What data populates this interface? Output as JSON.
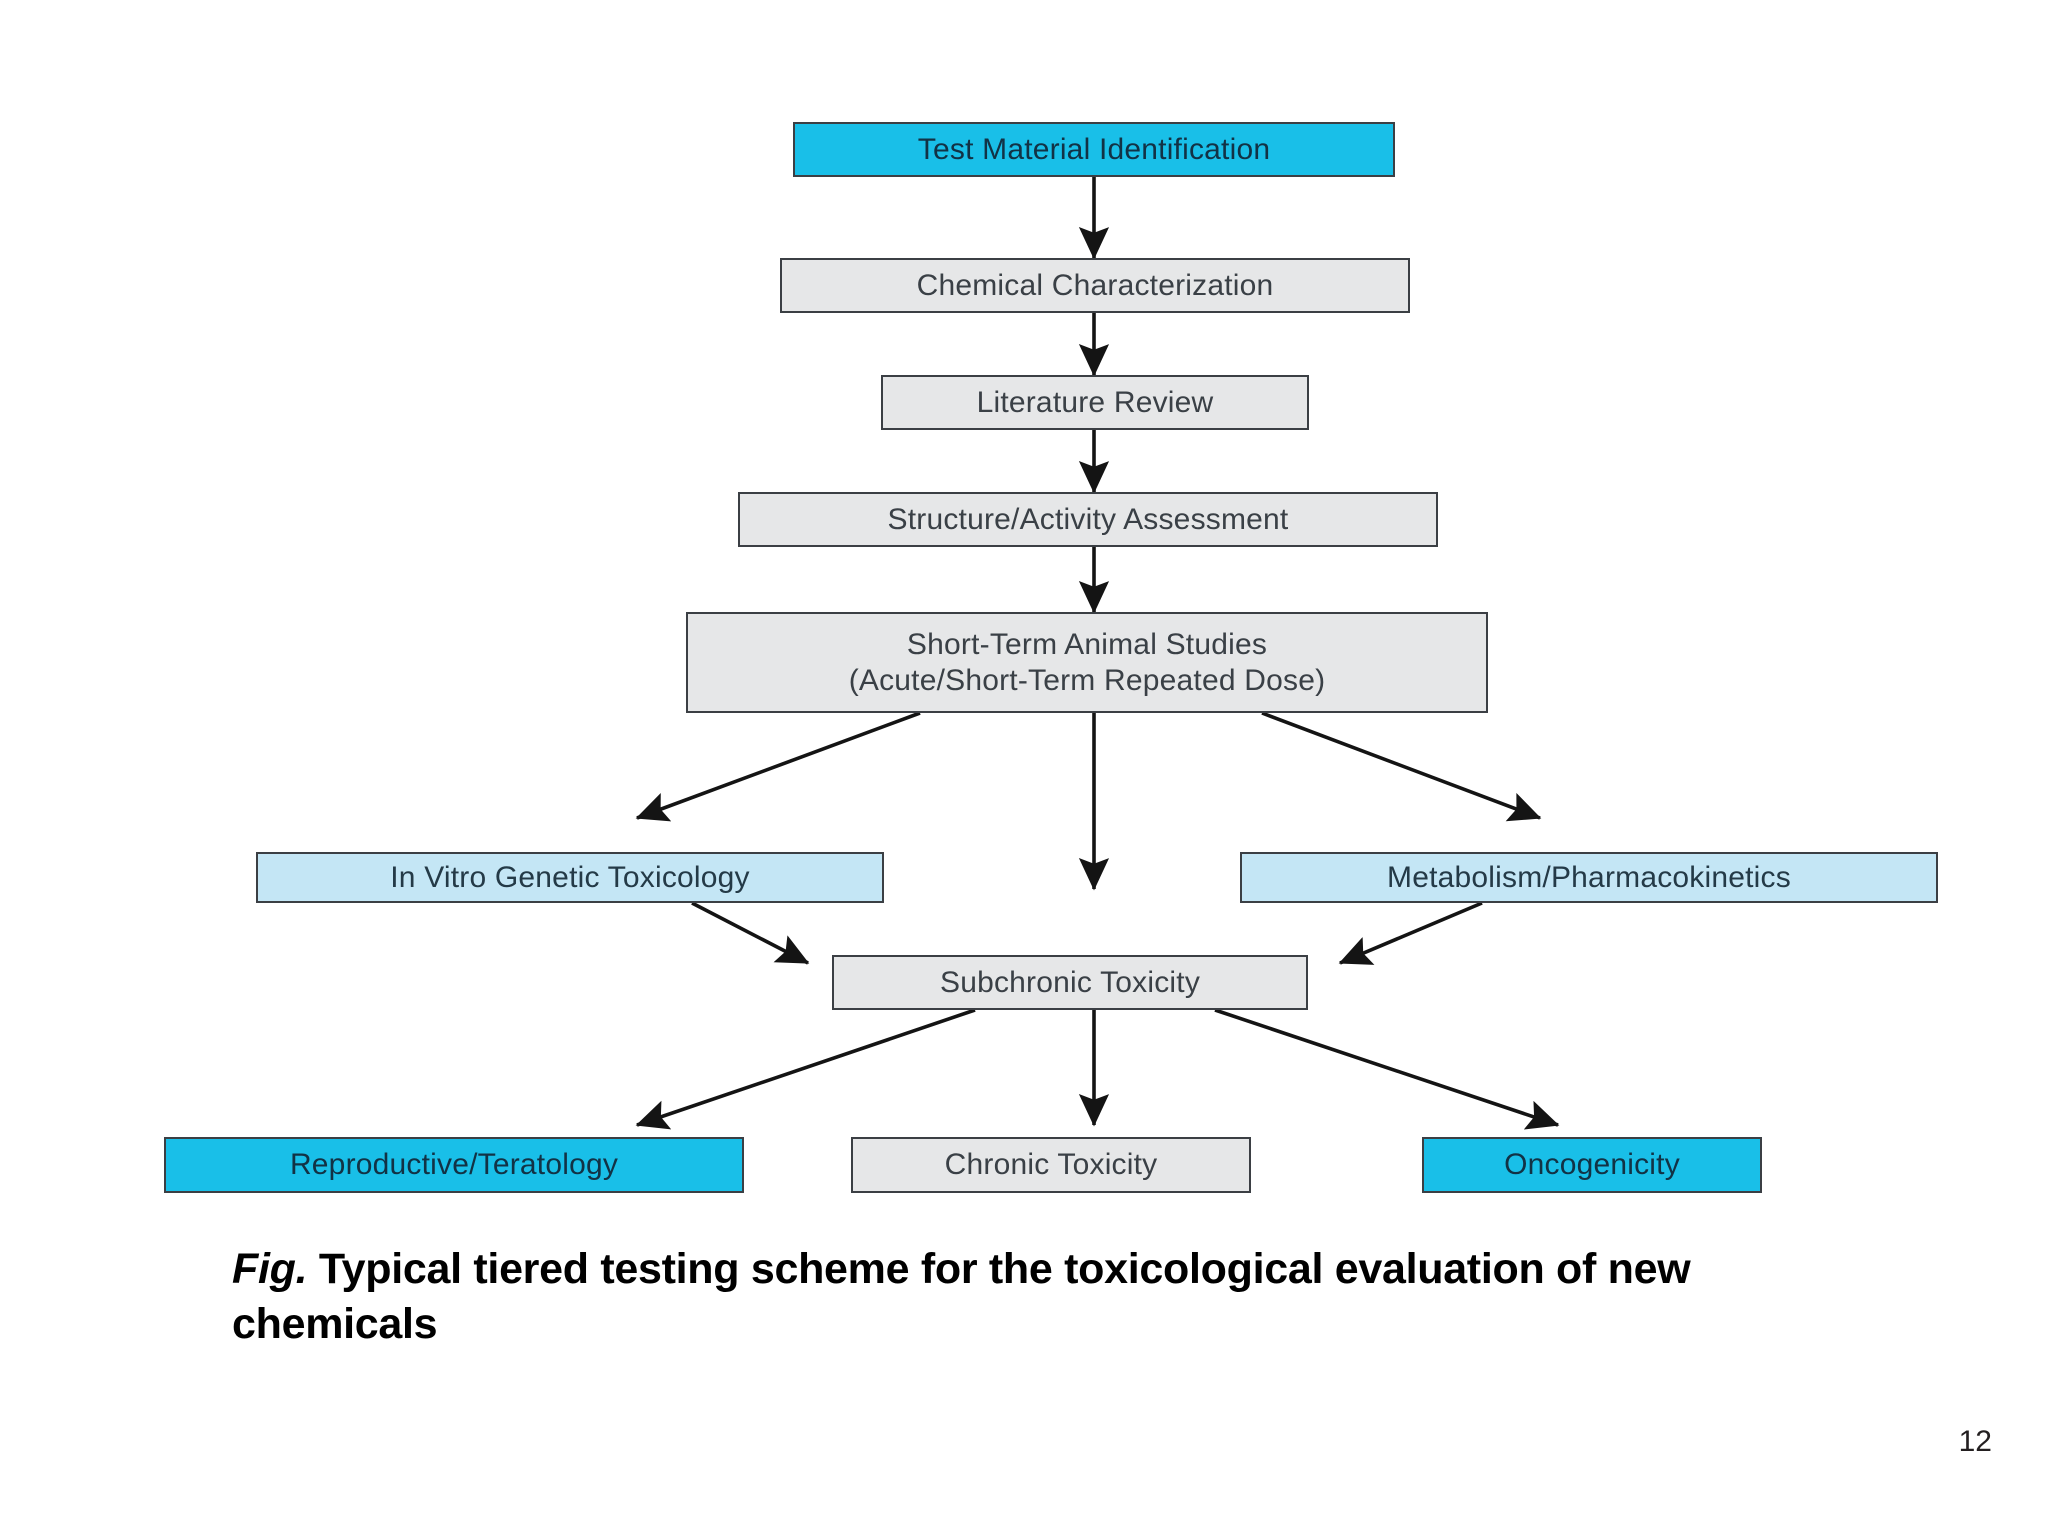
{
  "slide": {
    "page_number": "12",
    "caption": {
      "lead": "Fig.",
      "text": " Typical tiered testing scheme for the toxicological evaluation of new chemicals"
    }
  },
  "colors": {
    "cyan_fill": "#19bfe8",
    "light_blue_fill": "#c4e6f5",
    "gray_fill": "#e6e7e8",
    "box_border": "#3b3f44",
    "arrow": "#1a1a1a",
    "page_background": "#ffffff"
  },
  "chart_data": {
    "type": "diagram",
    "title": "Typical tiered testing scheme for the toxicological evaluation of new chemicals",
    "nodes": [
      {
        "id": "test-material-identification",
        "label": "Test Material Identification",
        "fill": "cyan",
        "tier": 1
      },
      {
        "id": "chemical-characterization",
        "label": "Chemical Characterization",
        "fill": "gray",
        "tier": 2
      },
      {
        "id": "literature-review",
        "label": "Literature Review",
        "fill": "gray",
        "tier": 3
      },
      {
        "id": "structure-activity-assessment",
        "label": "Structure/Activity Assessment",
        "fill": "gray",
        "tier": 4
      },
      {
        "id": "short-term-animal-studies",
        "label": "Short-Term Animal Studies\n(Acute/Short-Term Repeated Dose)",
        "fill": "gray",
        "tier": 5
      },
      {
        "id": "in-vitro-genetic-toxicology",
        "label": "In Vitro Genetic Toxicology",
        "fill": "light_blue",
        "tier": 6
      },
      {
        "id": "metabolism-pharmacokinetics",
        "label": "Metabolism/Pharmacokinetics",
        "fill": "light_blue",
        "tier": 6
      },
      {
        "id": "subchronic-toxicity",
        "label": "Subchronic Toxicity",
        "fill": "gray",
        "tier": 7
      },
      {
        "id": "reproductive-teratology",
        "label": "Reproductive/Teratology",
        "fill": "cyan",
        "tier": 8
      },
      {
        "id": "chronic-toxicity",
        "label": "Chronic Toxicity",
        "fill": "gray",
        "tier": 8
      },
      {
        "id": "oncogenicity",
        "label": "Oncogenicity",
        "fill": "cyan",
        "tier": 8
      }
    ],
    "edges": [
      {
        "from": "test-material-identification",
        "to": "chemical-characterization"
      },
      {
        "from": "chemical-characterization",
        "to": "literature-review"
      },
      {
        "from": "literature-review",
        "to": "structure-activity-assessment"
      },
      {
        "from": "structure-activity-assessment",
        "to": "short-term-animal-studies"
      },
      {
        "from": "short-term-animal-studies",
        "to": "in-vitro-genetic-toxicology"
      },
      {
        "from": "short-term-animal-studies",
        "to": "subchronic-toxicity"
      },
      {
        "from": "short-term-animal-studies",
        "to": "metabolism-pharmacokinetics"
      },
      {
        "from": "in-vitro-genetic-toxicology",
        "to": "subchronic-toxicity"
      },
      {
        "from": "metabolism-pharmacokinetics",
        "to": "subchronic-toxicity"
      },
      {
        "from": "subchronic-toxicity",
        "to": "reproductive-teratology"
      },
      {
        "from": "subchronic-toxicity",
        "to": "chronic-toxicity"
      },
      {
        "from": "subchronic-toxicity",
        "to": "oncogenicity"
      }
    ]
  }
}
